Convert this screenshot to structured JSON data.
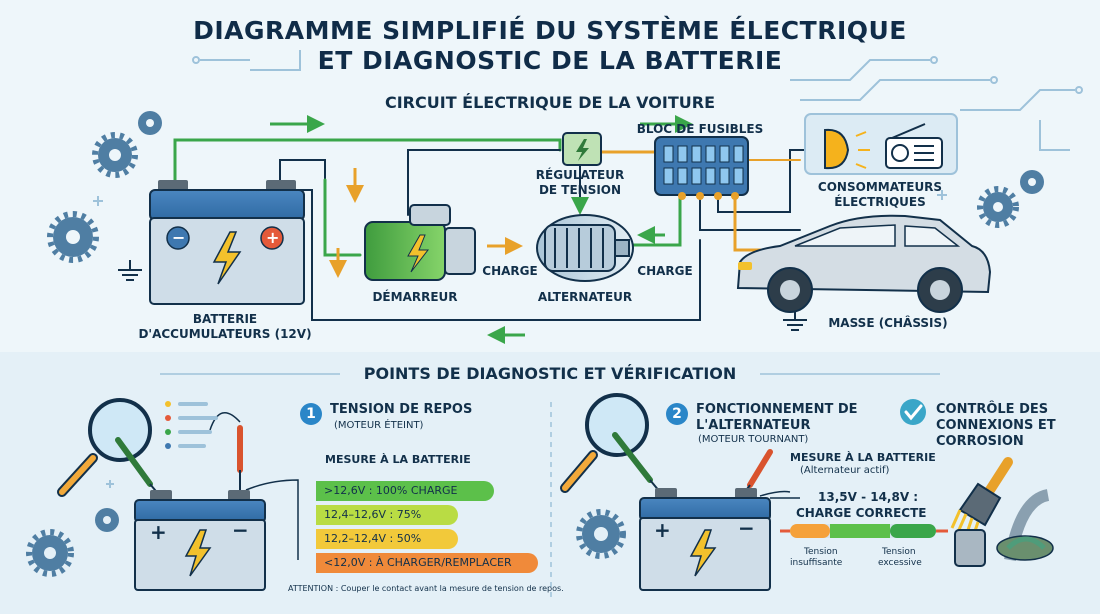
{
  "title": {
    "line1": "DIAGRAMME SIMPLIFIÉ DU SYSTÈME ÉLECTRIQUE",
    "line2": "ET DIAGNOSTIC DE LA BATTERIE"
  },
  "circuit": {
    "heading": "CIRCUIT ÉLECTRIQUE DE LA VOITURE",
    "battery_label_1": "BATTERIE",
    "battery_label_2": "D'ACCUMULATEURS (12V)",
    "starter_label": "DÉMARREUR",
    "alternator_label": "ALTERNATEUR",
    "regulator_label_1": "RÉGULATEUR",
    "regulator_label_2": "DE TENSION",
    "fuse_label": "BLOC DE FUSIBLES",
    "consumers_label_1": "CONSOMMATEURS",
    "consumers_label_2": "ÉLECTRIQUES",
    "charge_left": "CHARGE",
    "charge_right": "CHARGE",
    "ground_label": "MASSE (CHÂSSIS)",
    "battery_minus": "−",
    "battery_plus": "+"
  },
  "diagnostic": {
    "heading": "POINTS DE DIAGNOSTIC ET VÉRIFICATION",
    "point1": {
      "number": "1",
      "title": "TENSION DE REPOS",
      "subtitle": "(MOTEUR ÉTEINT)",
      "measure": "MESURE À LA BATTERIE",
      "levels": [
        {
          "label": ">12,6V : 100% CHARGE",
          "color": "#5cc04a"
        },
        {
          "label": "12,4–12,6V : 75%",
          "color": "#b9dc44"
        },
        {
          "label": "12,2–12,4V : 50%",
          "color": "#f2c93a"
        },
        {
          "label": "<12,0V : À CHARGER/REMPLACER",
          "color": "#f08a3a"
        }
      ],
      "warning": "ATTENTION : Couper le contact avant la mesure de tension de repos."
    },
    "point2": {
      "number": "2",
      "title_1": "FONCTIONNEMENT DE",
      "title_2": "L'ALTERNATEUR",
      "subtitle": "(MOTEUR TOURNANT)",
      "measure_1": "MESURE À LA BATTERIE",
      "measure_2": "(Alternateur actif)",
      "range": "13,5V - 14,8V :",
      "status": "CHARGE CORRECTE",
      "low_1": "Tension",
      "low_2": "insuffisante",
      "high_1": "Tension",
      "high_2": "excessive"
    },
    "point3": {
      "icon": "check-circle-icon",
      "title_1": "CONTRÔLE DES",
      "title_2": "CONNEXIONS ET",
      "title_3": "CORROSION"
    },
    "battery_plus": "+",
    "battery_minus": "−"
  },
  "colors": {
    "navy": "#12304a",
    "accent_blue": "#2a86c8",
    "wire_green": "#3aa64a",
    "wire_orange": "#e8a12a",
    "battery_blue": "#3e78b0",
    "starter_green": "#4cb848"
  }
}
